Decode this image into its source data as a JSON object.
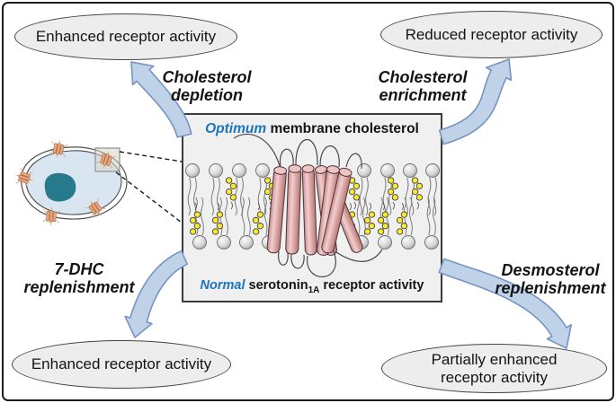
{
  "figure": {
    "outcomes": {
      "top_left": "Enhanced receptor activity",
      "top_right": "Reduced receptor activity",
      "bottom_left": "Enhanced receptor activity",
      "bottom_right": "Partially enhanced receptor activity"
    },
    "processes": {
      "top_left": {
        "line1": "Cholesterol",
        "line2": "depletion"
      },
      "top_right": {
        "line1": "Cholesterol",
        "line2": "enrichment"
      },
      "bottom_left": {
        "line1": "7-DHC",
        "line2": "replenishment"
      },
      "bottom_right": {
        "line1": "Desmosterol",
        "line2": "replenishment"
      }
    },
    "panel": {
      "top_caption": {
        "emphasis": "Optimum",
        "rest": " membrane cholesterol"
      },
      "bottom_caption": {
        "emphasis": "Normal",
        "pre": " serotonin",
        "subscript": "1A",
        "post": " receptor activity"
      }
    }
  },
  "colors": {
    "emphasis_blue": "#1b75bb",
    "arrow_fill": "#bfd2e8",
    "arrow_stroke": "#7693c3",
    "ellipse_fill": "#ededed",
    "ellipse_stroke": "#454545",
    "panel_fill": "#f0f0f0",
    "panel_stroke": "#3c3c3c",
    "helix_pink_light": "#f0cfcf",
    "helix_pink_mid": "#dda3a3",
    "helix_pink_dark": "#b37777",
    "helix_outline": "#4a3535",
    "cholesterol_yellow": "#f8e92b",
    "lipid_head_light": "#fafafa",
    "lipid_head_dark": "#9a9a9a",
    "lipid_outline": "#6e6e6e",
    "loop_gray": "#4a4a4a",
    "cell_cytoplasm": "#d9e6f1",
    "cell_outline": "#4f4f4f",
    "nucleus_teal": "#27798c",
    "receptor_orange": "#eba87e",
    "receptor_outline": "#b06f45",
    "inset_square_fill": "#d6d6c8",
    "inset_square_stroke": "#8f8f8f",
    "dashed_line": "#1a1a1a"
  }
}
